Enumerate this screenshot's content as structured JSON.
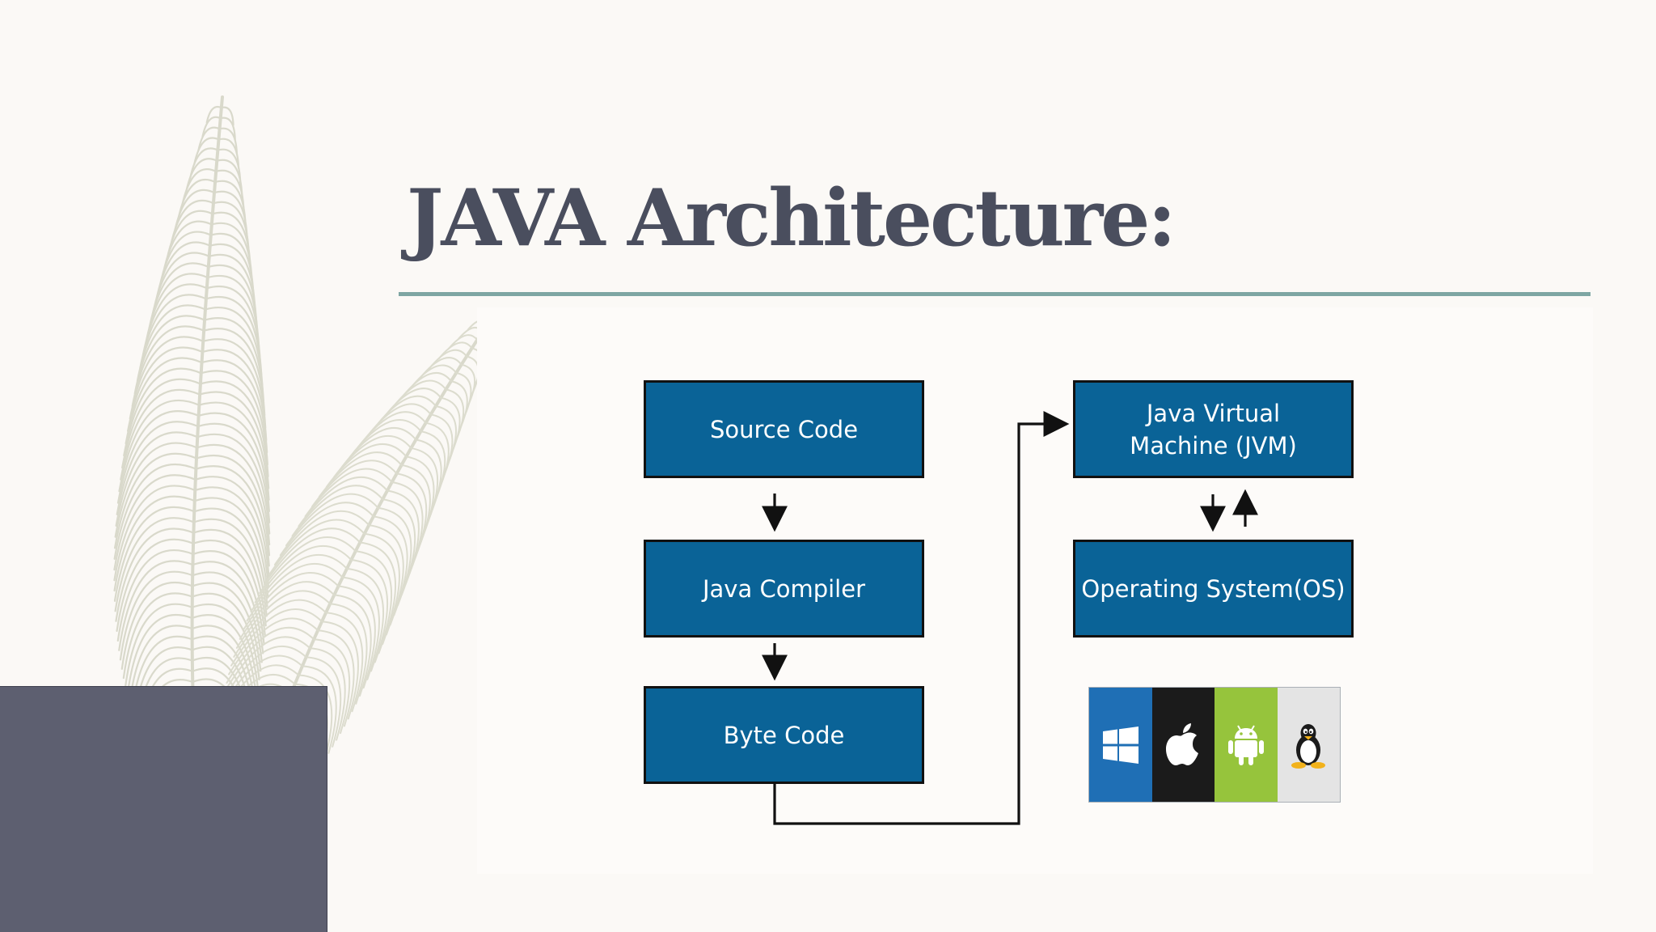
{
  "slide": {
    "title": "JAVA Architecture:"
  },
  "diagram": {
    "nodes": {
      "source_code": "Source Code",
      "java_compiler": "Java Compiler",
      "byte_code": "Byte Code",
      "jvm": "Java Virtual\nMachine (JVM)",
      "os": "Operating System(OS)"
    },
    "edges": [
      {
        "from": "source_code",
        "to": "java_compiler",
        "direction": "down"
      },
      {
        "from": "java_compiler",
        "to": "byte_code",
        "direction": "down"
      },
      {
        "from": "byte_code",
        "to": "jvm",
        "direction": "elbow-right-up"
      },
      {
        "from": "jvm",
        "to": "os",
        "direction": "bidirectional"
      }
    ],
    "os_logos": [
      {
        "icon": "windows-icon",
        "color": "#1f6fb5"
      },
      {
        "icon": "apple-icon",
        "color": "#1b1b1b"
      },
      {
        "icon": "android-icon",
        "color": "#96c43c"
      },
      {
        "icon": "linux-icon",
        "color": "#e4e4e4"
      }
    ]
  },
  "colors": {
    "box_fill": "#0a6397",
    "box_border": "#111111",
    "title_text": "#4a4e5e",
    "rule": "#7ea6a3",
    "corner_block": "#5d5f70",
    "background": "#fbf9f6"
  }
}
